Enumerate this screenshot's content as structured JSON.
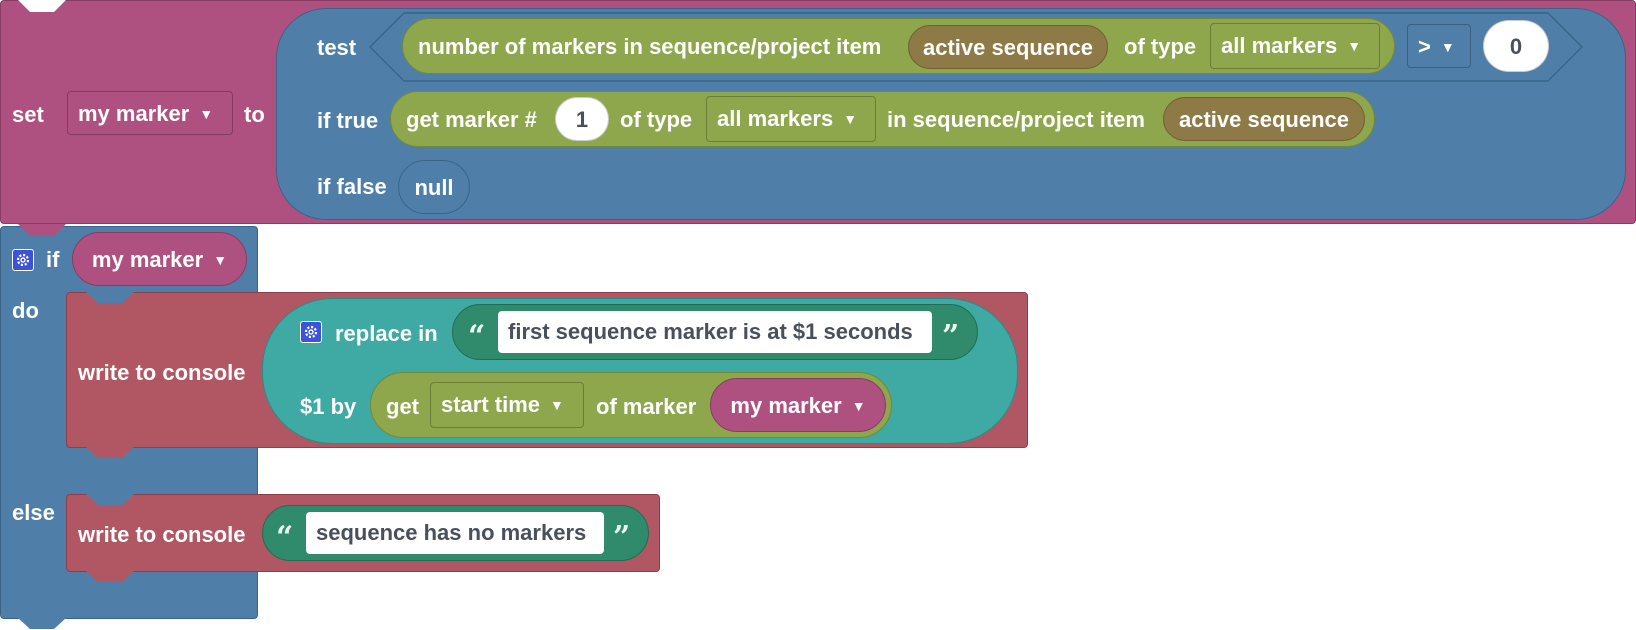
{
  "set_block": {
    "set_label": "set",
    "variable": "my marker",
    "to_label": "to"
  },
  "ternary": {
    "test_label": "test",
    "if_true_label": "if true",
    "if_false_label": "if false",
    "null_label": "null"
  },
  "count_markers": {
    "label": "number of markers in sequence/project item",
    "sequence": "active sequence",
    "of_type_label": "of type",
    "type_value": "all markers"
  },
  "compare": {
    "operator": ">",
    "value": "0"
  },
  "get_marker": {
    "label": "get marker #",
    "index": "1",
    "of_type_label": "of type",
    "type_value": "all markers",
    "in_label": "in sequence/project item",
    "sequence": "active sequence"
  },
  "if_block": {
    "if_label": "if",
    "condition_var": "my marker",
    "do_label": "do",
    "else_label": "else"
  },
  "console_do": {
    "label": "write to console",
    "replace_label": "replace in",
    "text": "first sequence marker is at $1 seconds",
    "by_label": "$1 by",
    "get_label": "get",
    "property": "start time",
    "of_marker_label": "of marker",
    "marker_var": "my marker"
  },
  "console_else": {
    "label": "write to console",
    "text": "sequence has no markers"
  },
  "colors": {
    "variables": "#AF5180",
    "logic": "#4F7FA9",
    "premiere": "#8EA74D",
    "console": "#B15764",
    "text": "#3FA9A3",
    "string": "#2F8B6B",
    "sequence": "#8E7A46"
  }
}
